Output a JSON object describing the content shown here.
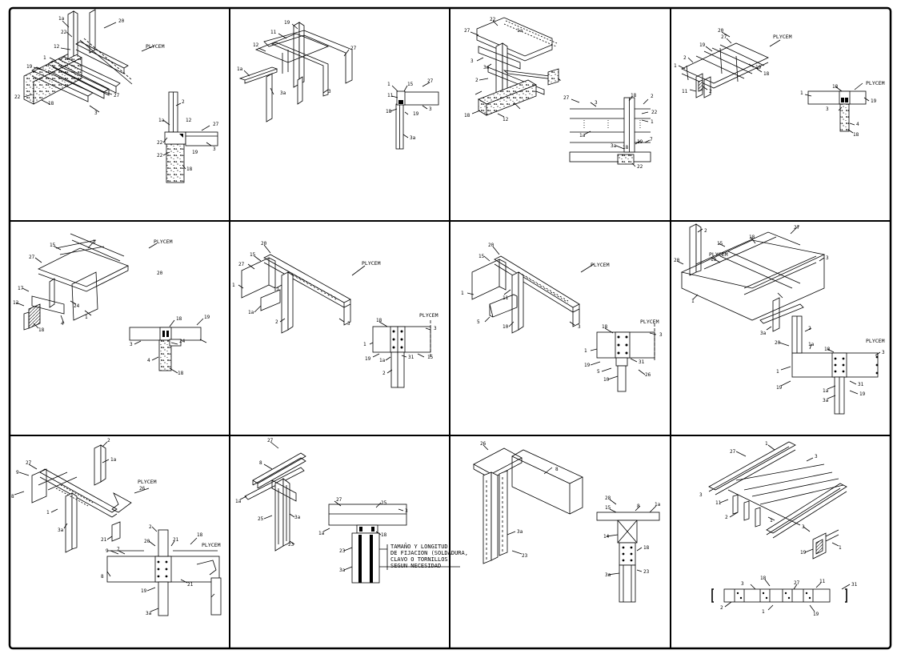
{
  "panels": [
    {
      "labels": [
        "1a",
        "22",
        "20",
        "12",
        "1",
        "19",
        "22",
        "18",
        "27",
        "3",
        "2",
        "1a",
        "12",
        "27",
        "22",
        "19",
        "22",
        "18",
        "3"
      ],
      "brand": "PLYCEM"
    },
    {
      "labels": [
        "19",
        "11",
        "12",
        "1a",
        "3a",
        "27",
        "3",
        "1",
        "15",
        "27",
        "11",
        "3",
        "18",
        "19",
        "3a"
      ],
      "brand": ""
    },
    {
      "labels": [
        "27",
        "22",
        "1a",
        "3",
        "3a",
        "2",
        "18",
        "12",
        "27",
        "3",
        "18",
        "2",
        "22",
        "1a",
        "1",
        "3a",
        "19",
        "7",
        "18",
        "22"
      ],
      "brand": ""
    },
    {
      "labels": [
        "20",
        "27",
        "19",
        "2",
        "1",
        "11",
        "2",
        "19",
        "1",
        "18",
        "19",
        "3",
        "18",
        "4",
        "18"
      ],
      "brand": "PLYCEM"
    },
    {
      "labels": [
        "15",
        "3",
        "27",
        "17",
        "12",
        "18",
        "24",
        "4",
        "18",
        "19",
        "3",
        "24",
        "1",
        "4",
        "18",
        "20"
      ],
      "brand": "PLYCEM"
    },
    {
      "labels": [
        "20",
        "27",
        "15",
        "1",
        "11",
        "1a",
        "2",
        "3",
        "18",
        "1",
        "19",
        "1a",
        "31",
        "2",
        "15",
        "3"
      ],
      "brand": "PLYCEM"
    },
    {
      "labels": [
        "20",
        "15",
        "1",
        "11",
        "5",
        "10",
        "3",
        "18",
        "1",
        "19",
        "5",
        "10",
        "31",
        "26",
        "3"
      ],
      "brand": "PLYCEM"
    },
    {
      "labels": [
        "2",
        "18",
        "27",
        "15",
        "20",
        "1a",
        "3",
        "1",
        "3a",
        "2",
        "20",
        "1a",
        "18",
        "1",
        "19",
        "1a",
        "3a",
        "31",
        "19",
        "3"
      ],
      "brand": "PLYCEM"
    },
    {
      "labels": [
        "2",
        "27",
        "1a",
        "9",
        "8",
        "1",
        "3a",
        "26",
        "21",
        "2",
        "20",
        "9",
        "7",
        "8",
        "19",
        "3a",
        "18",
        "21",
        "21"
      ],
      "brand": "PLYCEM"
    },
    {
      "labels": [
        "27",
        "8",
        "1a",
        "25",
        "3a",
        "23",
        "27",
        "25",
        "3",
        "1a",
        "18",
        "23",
        "3a"
      ],
      "brand": ""
    },
    {
      "labels": [
        "26",
        "8",
        "3a",
        "23",
        "28",
        "15",
        "8",
        "1a",
        "14",
        "18",
        "3a",
        "23"
      ],
      "brand": ""
    },
    {
      "labels": [
        "27",
        "1",
        "3",
        "11",
        "2",
        "1",
        "3",
        "19",
        "1",
        "3",
        "18",
        "27",
        "11",
        "2",
        "1",
        "19",
        "31",
        "3"
      ],
      "brand": ""
    }
  ],
  "note": [
    "TAMAÑO Y LONGITUD",
    "DE FIJACION (SOLDADURA,",
    "CLAVO O TORNILLOS)",
    "SEGUN NECESIDAD"
  ]
}
